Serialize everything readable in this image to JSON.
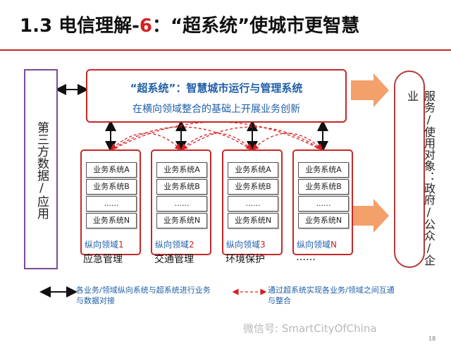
{
  "title": {
    "prefix": "1.3 电信理解-",
    "num": "6",
    "rest": "：“超系统”使城市更智慧"
  },
  "left_box": "第三方数据/应用",
  "super_system": {
    "title": "“超系统”：智慧城市运行与管理系统",
    "subtitle": "在横向领域整合的基础上开展业务创新"
  },
  "right_box": "服务/使用对象：政府/公众/企业",
  "columns": [
    {
      "items": [
        "业务系统A",
        "业务系统B",
        "......",
        "业务系统N"
      ],
      "domain_prefix": "纵向领域",
      "domain_num": "1",
      "name": "应急管理"
    },
    {
      "items": [
        "业务系统A",
        "业务系统B",
        "......",
        "业务系统N"
      ],
      "domain_prefix": "纵向领域",
      "domain_num": "2",
      "name": "交通管理"
    },
    {
      "items": [
        "业务系统A",
        "业务系统B",
        "......",
        "业务系统N"
      ],
      "domain_prefix": "纵向领域",
      "domain_num": "3",
      "name": "环境保护"
    },
    {
      "items": [
        "业务系统A",
        "业务系统B",
        "......",
        "业务系统N"
      ],
      "domain_prefix": "纵向领域",
      "domain_num": "N",
      "name": "……"
    }
  ],
  "legend": {
    "solid": "各业务/领域纵向系统与超系统进行业务与数据对接",
    "dashed": "通过超系统实现各业务/领域之间互通与整合"
  },
  "footer": "微信号: SmartCityOfChina",
  "page_number": "18",
  "colors": {
    "accent_red": "#c62828",
    "text_blue": "#1f5fa8",
    "purple": "#7a4a9b",
    "arrow_orange": "#f4a06a"
  }
}
